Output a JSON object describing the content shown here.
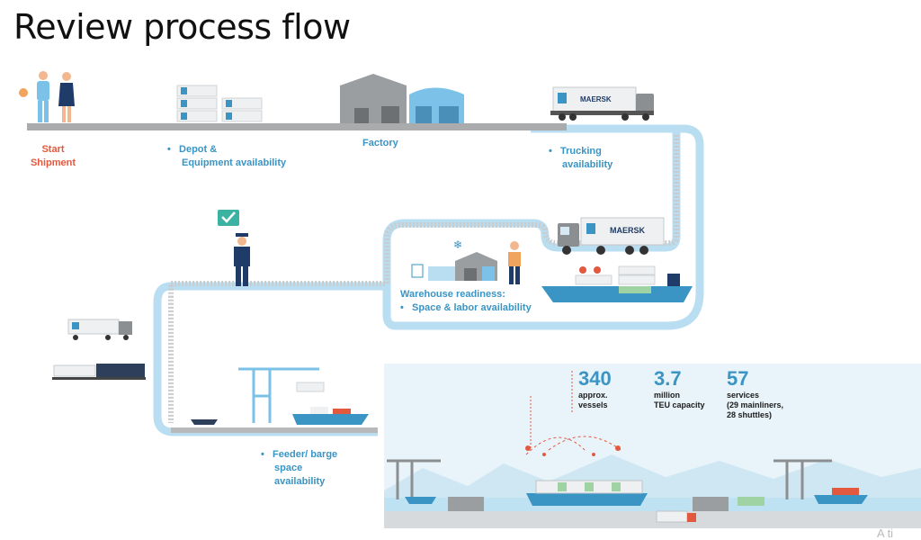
{
  "title": "Review process flow",
  "labels": {
    "start": [
      "Start",
      "Shipment"
    ],
    "depot": [
      "Depot &",
      "Equipment  availability"
    ],
    "factory": "Factory",
    "trucking": [
      "Trucking",
      "availability"
    ],
    "warehouse": [
      "Warehouse readiness:",
      "Space & labor availability"
    ],
    "feeder": [
      "Feeder/ barge",
      "space",
      "availability"
    ]
  },
  "container_brand": "MAERSK",
  "stats": [
    {
      "value": "340",
      "text": [
        "approx.",
        "vessels"
      ]
    },
    {
      "value": "3.7",
      "text": [
        "million",
        "TEU capacity"
      ]
    },
    {
      "value": "57",
      "text": [
        "services",
        "(29 mainliners,",
        "28 shuttles)"
      ]
    }
  ],
  "cut_text": "A ti",
  "bullet": "•",
  "colors": {
    "accent": "#3a94c4",
    "start": "#e2593f",
    "road": "#a9abad",
    "path": "#b9def1"
  }
}
